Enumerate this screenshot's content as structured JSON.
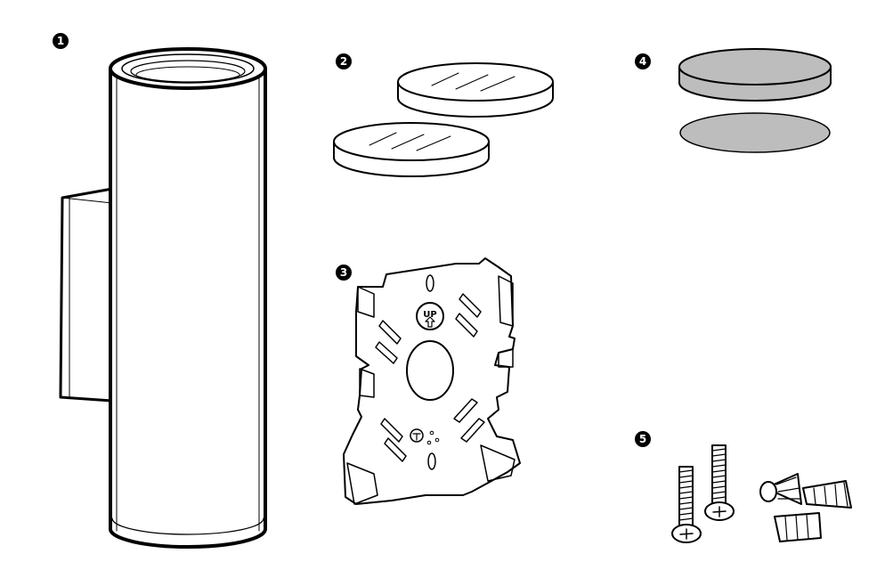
{
  "parts": [
    {
      "number": "1",
      "item": "cylinder-fixture"
    },
    {
      "number": "2",
      "item": "glass-lens"
    },
    {
      "number": "3",
      "item": "mounting-bracket",
      "bracket_text": "UP"
    },
    {
      "number": "4",
      "item": "gasket"
    },
    {
      "number": "5",
      "item": "screws-and-wire-nuts"
    }
  ],
  "colors": {
    "line": "#000000",
    "fill": "#ffffff",
    "gasket": "#bdbdbd"
  }
}
